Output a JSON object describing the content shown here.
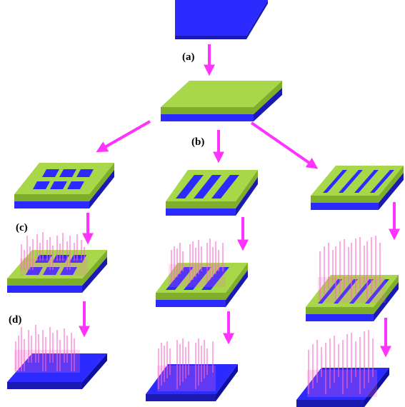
{
  "labels": {
    "a": "(a)",
    "b": "(b)",
    "c": "(c)",
    "d": "(d)"
  },
  "colors": {
    "substrate_blue": "#2b2bff",
    "substrate_blue_dark": "#1a1ab3",
    "layer_green": "#a8d84a",
    "layer_green_dark": "#7fae2a",
    "arrow_magenta": "#ff33ff",
    "nanowire_pink": "#ff66cc",
    "label_black": "#000000"
  },
  "patterns": [
    "squares",
    "thick-stripes",
    "thin-stripes"
  ]
}
